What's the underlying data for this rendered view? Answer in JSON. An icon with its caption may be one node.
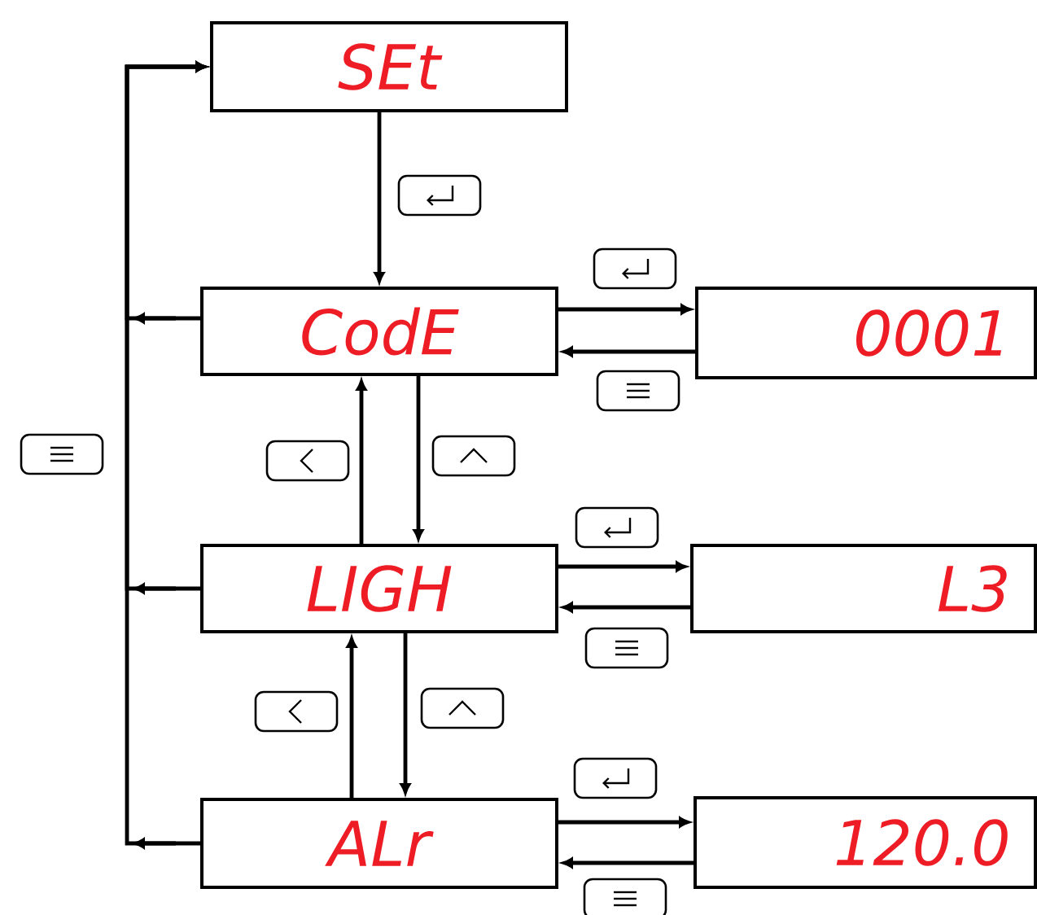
{
  "diagram": {
    "nodes": [
      {
        "text": [
          "SEt"
        ]
      },
      {
        "text": [
          "CodE"
        ]
      },
      {
        "text": [
          "0001"
        ]
      },
      {
        "text": [
          "LIGH"
        ]
      },
      {
        "text": [
          "L3"
        ]
      },
      {
        "text": [
          "ALr"
        ]
      },
      {
        "text": [
          "120.0"
        ]
      }
    ],
    "edges": [
      {
        "from": 0,
        "to": 1,
        "arrow": "to"
      },
      {
        "from": 1,
        "to": 2,
        "arrow": "to"
      },
      {
        "from": 2,
        "to": 1,
        "arrow": "to"
      },
      {
        "from": 1,
        "to": 3,
        "arrow": "to"
      },
      {
        "from": 3,
        "to": 1,
        "arrow": "to"
      },
      {
        "from": 3,
        "to": 4,
        "arrow": "to"
      },
      {
        "from": 4,
        "to": 3,
        "arrow": "to"
      },
      {
        "from": 3,
        "to": 5,
        "arrow": "to"
      },
      {
        "from": 5,
        "to": 3,
        "arrow": "to"
      },
      {
        "from": 5,
        "to": 6,
        "arrow": "to"
      },
      {
        "from": 6,
        "to": 5,
        "arrow": "to"
      },
      {
        "from": 1,
        "to": 0,
        "arrow": "to"
      },
      {
        "from": 3,
        "to": 0,
        "arrow": "to"
      },
      {
        "from": 5,
        "to": 0,
        "arrow": "to"
      }
    ]
  }
}
